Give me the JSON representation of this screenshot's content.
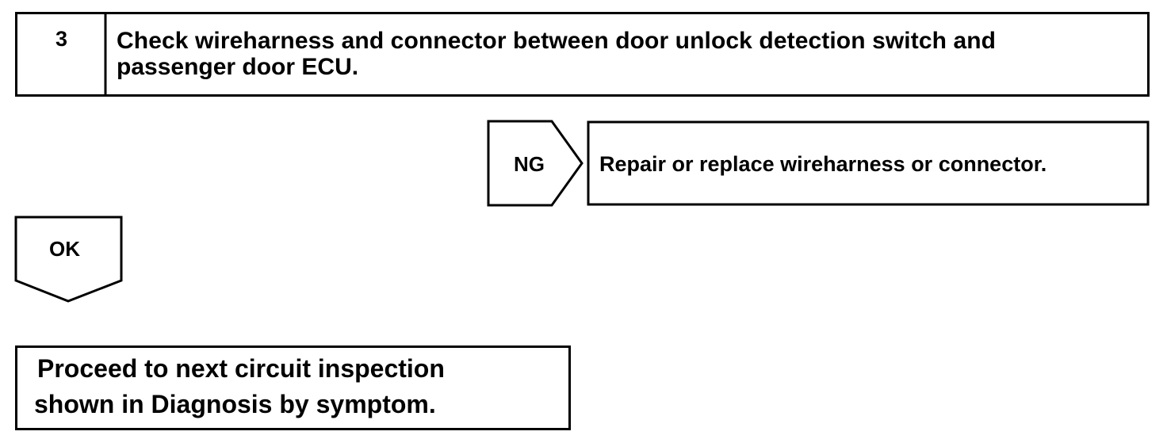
{
  "step": {
    "number": "3",
    "title_line1": "Check wireharness and connector between door unlock detection switch and",
    "title_line2": "passenger door ECU."
  },
  "ng_branch": {
    "label": "NG",
    "action": "Repair or replace wireharness or connector."
  },
  "ok_branch": {
    "label": "OK"
  },
  "next_step": {
    "line1": "Proceed to next circuit inspection",
    "line2": "shown  in Diagnosis by symptom."
  }
}
